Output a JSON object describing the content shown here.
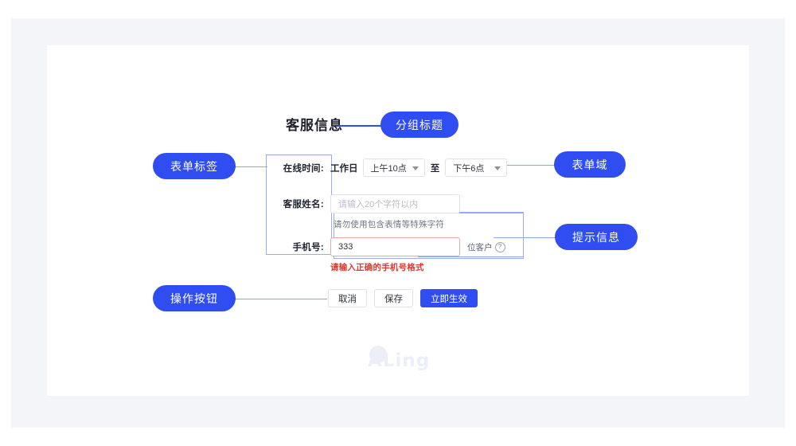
{
  "page": {
    "watermark": "ALing"
  },
  "group": {
    "title": "客服信息",
    "pill_label": "分组标题"
  },
  "annotations": {
    "form_label": "表单标签",
    "form_field": "表单域",
    "hint_message": "提示信息",
    "action_buttons": "操作按钮"
  },
  "form": {
    "rows": [
      {
        "label": "在线时间:",
        "static_text": "工作日",
        "from_value": "上午10点",
        "separator": "至",
        "to_value": "下午6点"
      },
      {
        "label": "客服姓名:",
        "placeholder": "请输入20个字符以内",
        "helper": "请勿使用包含表情等特殊字符"
      },
      {
        "label": "手机号:",
        "value": "333",
        "suffix": "位客户",
        "suffix_icon": "question-mark-icon",
        "error": "请输入正确的手机号格式"
      }
    ]
  },
  "buttons": {
    "cancel": "取消",
    "save": "保存",
    "apply": "立即生效"
  },
  "colors": {
    "accent": "#2f4df0",
    "annotation_line": "#8fa3f3",
    "error": "#e0382c",
    "band": "#f4f5f9"
  }
}
